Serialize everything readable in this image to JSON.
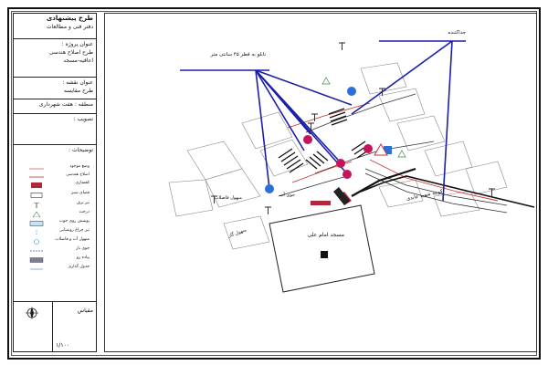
{
  "title_block": {
    "proposal_title": "طرح پیشنهادی",
    "office": "دفتر فنی و مطالعات",
    "project_heading": "عنوان پروژه :",
    "project_line1": "طرح اصلاح هندسی",
    "project_line2": "اعاقیه-مسجد",
    "map_heading": "عنوان نقشه :",
    "map_name": "طرح مقایسه",
    "region": "منطقه : هفت شهرداری",
    "approval": "تصویب :",
    "notes": "توضیحات :"
  },
  "legend": {
    "items": [
      {
        "label": "وضع موجود"
      },
      {
        "label": "اصلاح هندسی"
      },
      {
        "label": "کفسازی"
      },
      {
        "label": "فضای سبز"
      },
      {
        "label": "تیر برق"
      },
      {
        "label": "درخت"
      },
      {
        "label": "پوشش روی جوب"
      },
      {
        "label": "تیر چراغ روشنایی"
      },
      {
        "label": "منهول آب و فاضلاب"
      },
      {
        "label": "جوی باز"
      },
      {
        "label": "پیاده رو"
      },
      {
        "label": "جدول گذاری"
      }
    ]
  },
  "scale": {
    "label": "مقیاس",
    "value": "۱/۱۰۰"
  },
  "map": {
    "callout_bollards": "تابلو به قطر ۴۵ سانتی متر",
    "callout_separator": "جداکننده",
    "street_name": "کوچه شهید عابدی",
    "mosque_label": "مسجد امام علی",
    "jooy_label": "جوی آب",
    "manhole_label": "منهول فاضلاب",
    "manhole_label2": "منهول گاز",
    "colors": {
      "sign_lines": "#1a1fa8",
      "proposed_edge": "#d23030",
      "marker_fill": "#c4155c",
      "sign_blue": "#2b6fd8"
    }
  }
}
